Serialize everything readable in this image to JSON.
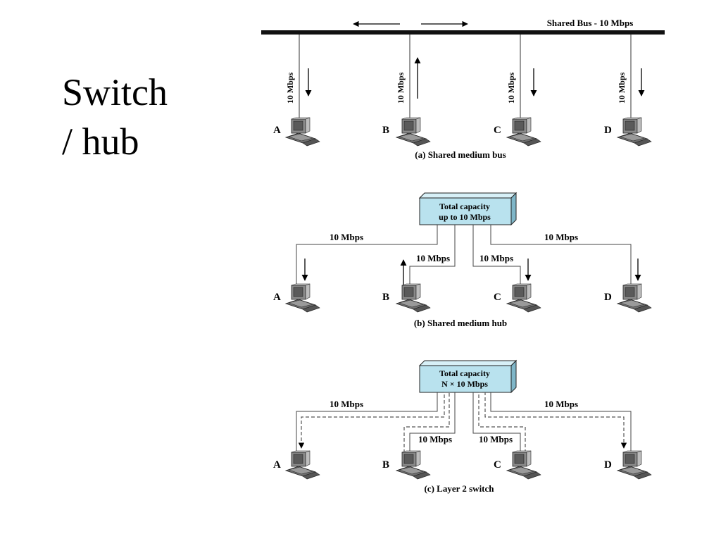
{
  "slide": {
    "title_line1": "Switch",
    "title_line2": "/ hub"
  },
  "panel_a": {
    "bus_label": "Shared Bus - 10 Mbps",
    "link_rate": "10 Mbps",
    "caption": "(a) Shared medium bus",
    "stations": [
      "A",
      "B",
      "C",
      "D"
    ]
  },
  "panel_b": {
    "box_line1": "Total capacity",
    "box_line2": "up to 10 Mbps",
    "link_rate": "10 Mbps",
    "caption": "(b) Shared medium hub",
    "stations": [
      "A",
      "B",
      "C",
      "D"
    ]
  },
  "panel_c": {
    "box_line1": "Total capacity",
    "box_line2": "N × 10 Mbps",
    "link_rate": "10 Mbps",
    "caption": "(c) Layer 2 switch",
    "stations": [
      "A",
      "B",
      "C",
      "D"
    ]
  },
  "colors": {
    "box_fill": "#b9e2ee",
    "box_top": "#d7f0f7",
    "box_side": "#7fb6c8",
    "line": "#444444",
    "dashed": "#555555"
  }
}
